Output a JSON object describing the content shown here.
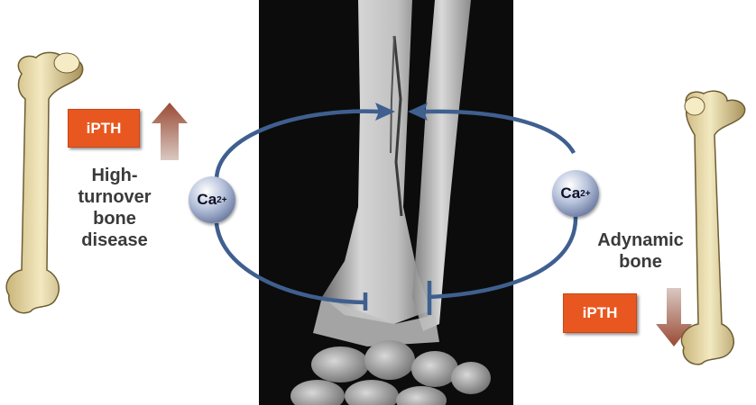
{
  "left": {
    "ipth_label": "iPTH",
    "label_lines": [
      "High-",
      "turnover",
      "bone",
      "disease"
    ],
    "arrow_direction": "up",
    "ion_base": "Ca",
    "ion_charge": "2+"
  },
  "right": {
    "ipth_label": "iPTH",
    "label_lines": [
      "Adynamic",
      "bone"
    ],
    "arrow_direction": "down",
    "ion_base": "Ca",
    "ion_charge": "2+"
  },
  "colors": {
    "ipth_box": "#e8571f",
    "arrow": "#a0522d",
    "loop_line": "#3f5f8f",
    "bone": "#efe3b4",
    "xray_background": "#0c0c0c"
  }
}
